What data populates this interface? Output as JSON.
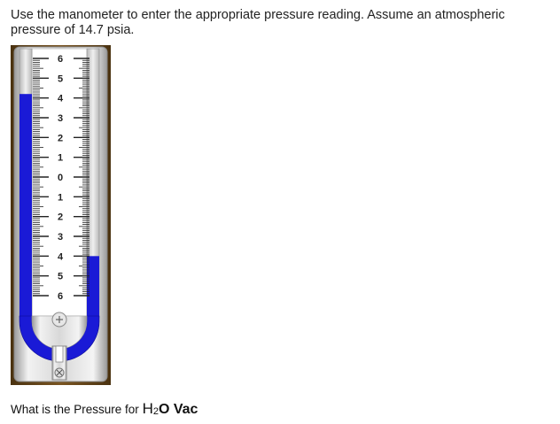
{
  "instructions": "Use the manometer to enter the appropriate pressure reading. Assume an atmospheric pressure of 14.7 psia.",
  "manometer": {
    "scale_labels": [
      "6",
      "5",
      "4",
      "3",
      "2",
      "1",
      "0",
      "1",
      "2",
      "3",
      "4",
      "5",
      "6"
    ],
    "left_column_level": 4.2,
    "right_column_level": -4,
    "fluid_color": "#1a1ad6",
    "frame_color": "#6b4a1e"
  },
  "question": {
    "prefix": "What is the Pressure for ",
    "unit_h": "H",
    "unit_sub": "2",
    "unit_o": "O",
    "unit_vac": " Vac"
  }
}
